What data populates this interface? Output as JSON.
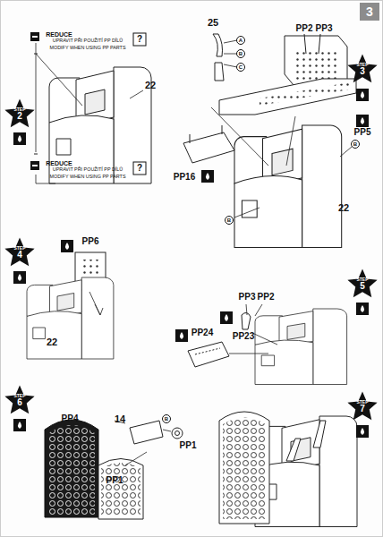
{
  "diagram": {
    "nodes": [
      {
        "text": [
          "3"
        ]
      }
    ],
    "labels": [
      "STEP",
      "2",
      "REDUCE",
      "UPRAVIT PŘI POUŽITÍ PP DÍLŮ",
      "MODIFY WHEN USING PP PARTS",
      "?",
      "22",
      "REDUCE",
      "UPRAVIT PŘI POUŽITÍ PP DÍLŮ",
      "MODIFY WHEN USING PP PARTS",
      "?",
      "25",
      "A",
      "B",
      "C",
      "PP2",
      "PP3",
      "STEP",
      "3",
      "PP5",
      "B",
      "PP16",
      "22",
      "B",
      "STEP",
      "4",
      "PP6",
      "22",
      "PP3",
      "PP2",
      "STEP",
      "5",
      "PP23",
      "PP24",
      "STEP",
      "6",
      "PP4",
      "14",
      "B",
      "PP1",
      "PP1",
      "STEP",
      "7"
    ]
  }
}
